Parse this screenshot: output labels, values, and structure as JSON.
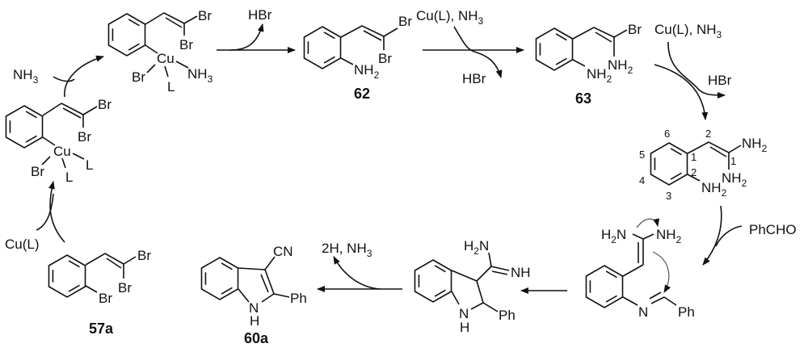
{
  "title": "Proposed mechanism for Cu-catalyzed synthesis of 3-cyano-2-phenylindole",
  "compounds": {
    "c57a": {
      "label": "57a",
      "br1": "Br",
      "br2": "Br",
      "br3": "Br"
    },
    "cu_oa": {
      "cu": "Cu",
      "br1": "Br",
      "br2": "Br",
      "br3": "Br",
      "l1": "L",
      "l2": "L"
    },
    "cu_nh3": {
      "cu": "Cu",
      "br1": "Br",
      "br2": "Br",
      "br3": "Br",
      "l": "L",
      "nh": "NH",
      "nh_sub": "3"
    },
    "c62": {
      "label": "62",
      "br1": "Br",
      "br2": "Br",
      "nh": "NH",
      "nh_sub": "2"
    },
    "c63": {
      "label": "63",
      "br": "Br",
      "nh_a": "NH",
      "nh_a_sub": "2",
      "nh_b": "NH",
      "nh_b_sub": "2"
    },
    "diamine": {
      "nh_a": "NH",
      "nh_a_sub": "2",
      "nh_b": "NH",
      "nh_b_sub": "2",
      "nh_c": "NH",
      "nh_c_sub": "2",
      "numbers": [
        "6",
        "5",
        "4",
        "3",
        "2",
        "1",
        "2",
        "1"
      ]
    },
    "imine": {
      "h2n_h": "H",
      "h2n_sub": "2",
      "h2n_n": "N",
      "nh": "NH",
      "nh_sub": "2",
      "n": "N",
      "ph": "Ph"
    },
    "indoline": {
      "h2n_h": "H",
      "h2n_sub": "2",
      "h2n_n": "N",
      "nh": "NH",
      "n": "N",
      "h": "H",
      "ph": "Ph"
    },
    "c60a": {
      "label": "60a",
      "cn": "CN",
      "n": "N",
      "h": "H",
      "ph": "Ph"
    }
  },
  "reagents": {
    "cu_l": "Cu(L)",
    "nh3": "NH",
    "nh3_sub": "3",
    "hbr1": "HBr",
    "step2_reagent": "Cu(L), NH",
    "step2_sub": "3",
    "hbr2": "HBr",
    "step3_reagent": "Cu(L), NH",
    "step3_sub": "3",
    "hbr3": "HBr",
    "phcho": "PhCHO",
    "elim": "2H, NH",
    "elim_sub": "3"
  }
}
